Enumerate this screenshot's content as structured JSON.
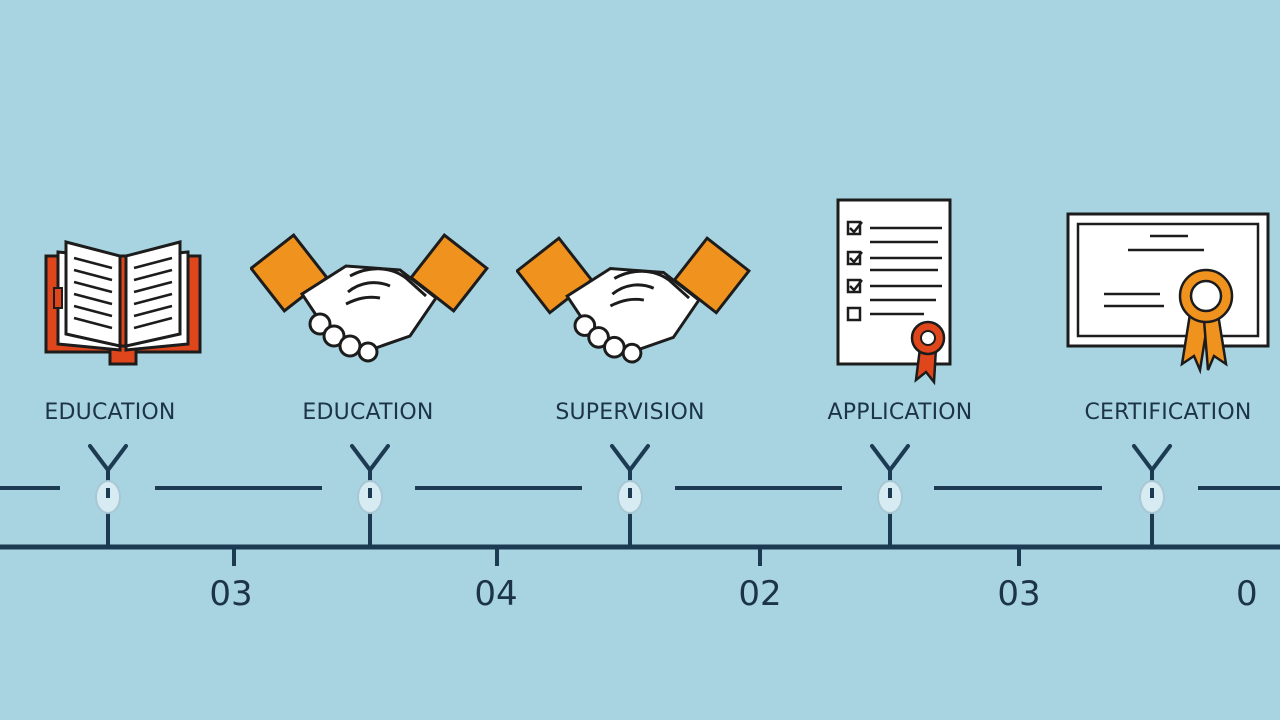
{
  "stages": [
    {
      "label": "EDUCATION",
      "icon": "open-book-icon"
    },
    {
      "label": "EDUCATION",
      "icon": "handshake-icon"
    },
    {
      "label": "SUPERVISION",
      "icon": "handshake-icon"
    },
    {
      "label": "APPLICATION",
      "icon": "checklist-document-icon"
    },
    {
      "label": "CERTIFICATION",
      "icon": "certificate-icon"
    }
  ],
  "ticks": [
    "03",
    "04",
    "02",
    "03",
    "0"
  ],
  "colors": {
    "background": "#a8d4e2",
    "line": "#1c3a52",
    "accent_orange": "#f0921e",
    "accent_red": "#e0461c",
    "paper": "#ffffff"
  }
}
